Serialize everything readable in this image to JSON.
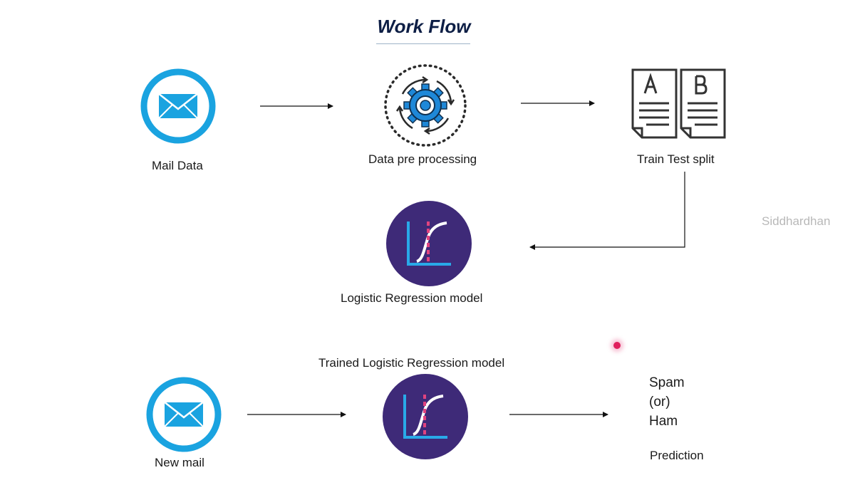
{
  "title": "Work Flow",
  "watermark": "Siddhardhan",
  "nodes": {
    "mail_data": "Mail Data",
    "preprocessing": "Data pre processing",
    "split": "Train Test split",
    "model": "Logistic Regression model",
    "new_mail": "New mail",
    "trained_model": "Trained Logistic Regression model",
    "output_line1": "Spam",
    "output_line2": "(or)",
    "output_line3": "Ham",
    "prediction": "Prediction"
  },
  "icons": {
    "mail": "envelope-icon",
    "preprocessing": "gear-cycle-icon",
    "split": "documents-ab-icon",
    "model": "logistic-curve-icon"
  },
  "colors": {
    "title": "#0d1e45",
    "mail_ring": "#1aa3e0",
    "gear_blue": "#1e88d8",
    "model_bg": "#3e2a78",
    "model_axis": "#29a9e8",
    "model_dash": "#e0437f",
    "doc_stroke": "#333333",
    "highlight_dot": "#e0205e"
  }
}
